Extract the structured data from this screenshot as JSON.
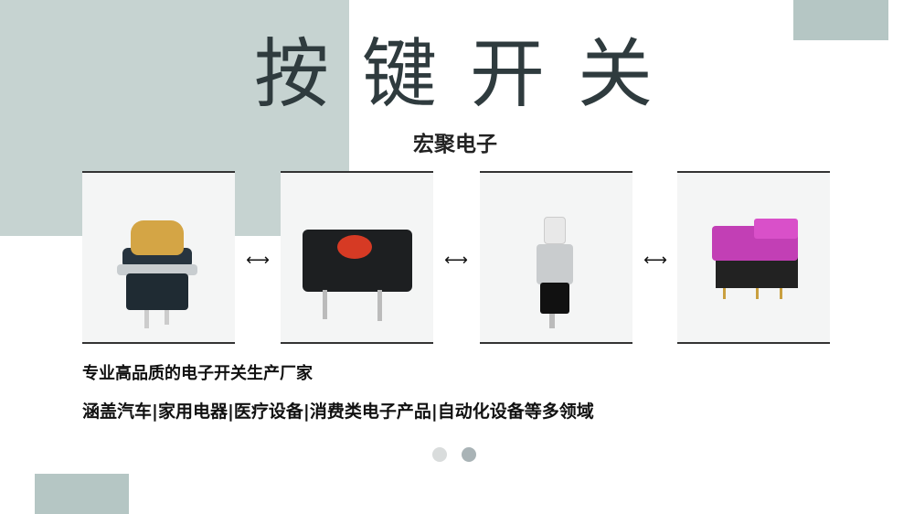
{
  "title": "按键开关",
  "subtitle": "宏聚电子",
  "products": [
    {
      "name": "yellow-cap-push-button-icon"
    },
    {
      "name": "red-square-tact-switch-icon"
    },
    {
      "name": "white-mini-push-button-icon"
    },
    {
      "name": "pink-pcb-key-switch-icon"
    }
  ],
  "arrow": "⟷",
  "line1": "专业高品质的电子开关生产厂家",
  "line2": "涵盖汽车|家用电器|医疗设备|消费类电子产品|自动化设备等多领域",
  "colors": {
    "block": "#c6d3d1",
    "title": "#2f3b3e",
    "dot_inactive": "#d9dcdc",
    "dot_active": "#a9b3b6"
  }
}
